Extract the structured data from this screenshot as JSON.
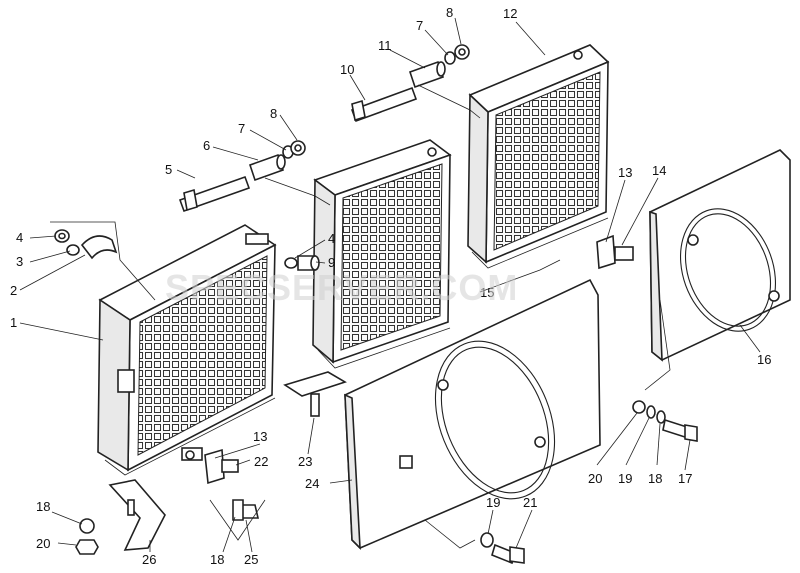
{
  "watermark": "SPECSERVER.COM",
  "labels": {
    "l1": "1",
    "l2": "2",
    "l3": "3",
    "l4a": "4",
    "l4b": "4",
    "l5": "5",
    "l6": "6",
    "l7a": "7",
    "l7b": "7",
    "l8a": "8",
    "l8b": "8",
    "l9": "9",
    "l10": "10",
    "l11": "11",
    "l12": "12",
    "l13a": "13",
    "l13b": "13",
    "l14": "14",
    "l15": "15",
    "l16": "16",
    "l17": "17",
    "l18a": "18",
    "l18b": "18",
    "l18c": "18",
    "l19a": "19",
    "l19b": "19",
    "l20a": "20",
    "l20b": "20",
    "l21": "21",
    "l22": "22",
    "l23": "23",
    "l24": "24",
    "l25": "25",
    "l26": "26"
  }
}
